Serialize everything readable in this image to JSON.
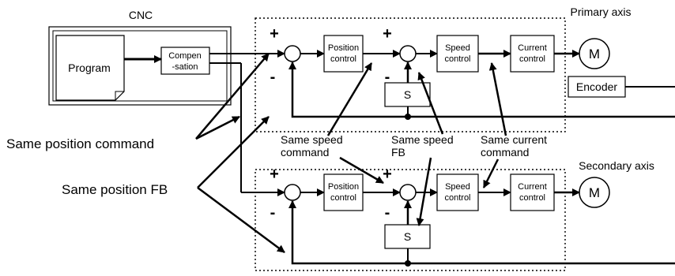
{
  "cnc": {
    "title": "CNC",
    "program": "Program",
    "compensation_line1": "Compen",
    "compensation_line2": "-sation"
  },
  "axes": {
    "primary": "Primary axis",
    "secondary": "Secondary axis"
  },
  "blocks": {
    "position_line1": "Position",
    "position_line2": "control",
    "speed_line1": "Speed",
    "speed_line2": "control",
    "current_line1": "Current",
    "current_line2": "control",
    "sensor": "S",
    "motor": "M",
    "encoder": "Encoder"
  },
  "signs": {
    "plus": "+",
    "minus": "-"
  },
  "annotations": {
    "same_position_command": "Same position command",
    "same_position_fb": "Same position FB",
    "same_speed_command_line1": "Same speed",
    "same_speed_command_line2": "command",
    "same_speed_fb_line1": "Same speed",
    "same_speed_fb_line2": "FB",
    "same_current_command_line1": "Same current",
    "same_current_command_line2": "command"
  }
}
